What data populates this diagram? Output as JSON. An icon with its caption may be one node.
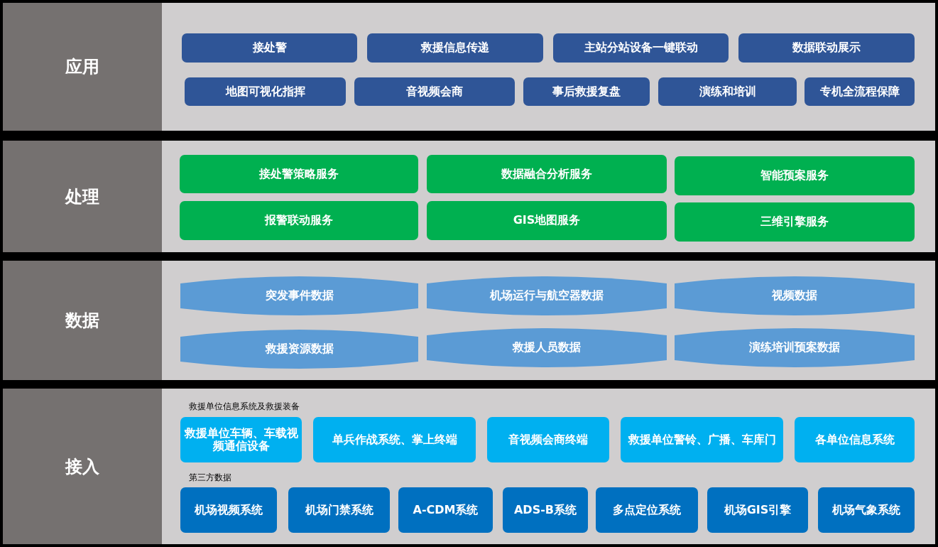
{
  "diagram": {
    "nodes": [
      {
        "text": [
          "应用"
        ]
      },
      {
        "text": [
          "接处警"
        ],
        "in": 0
      },
      {
        "text": [
          "救援信息传递"
        ],
        "in": 0
      },
      {
        "text": [
          "主站分站设备一键联动"
        ],
        "in": 0
      },
      {
        "text": [
          "数据联动展示"
        ],
        "in": 0
      },
      {
        "text": [
          "地图可视化指挥"
        ],
        "in": 0
      },
      {
        "text": [
          "音视频会商"
        ],
        "in": 0
      },
      {
        "text": [
          "事后救援复盘"
        ],
        "in": 0
      },
      {
        "text": [
          "演练和培训"
        ],
        "in": 0
      },
      {
        "text": [
          "专机全流程保障"
        ],
        "in": 0
      },
      {
        "text": [
          "处理"
        ]
      },
      {
        "text": [
          "接处警策略服务"
        ],
        "in": 10
      },
      {
        "text": [
          "数据融合分析服务"
        ],
        "in": 10
      },
      {
        "text": [
          "智能预案服务"
        ],
        "in": 10
      },
      {
        "text": [
          "报警联动服务"
        ],
        "in": 10
      },
      {
        "text": [
          "GIS地图服务"
        ],
        "in": 10
      },
      {
        "text": [
          "三维引擎服务"
        ],
        "in": 10
      },
      {
        "text": [
          "数据"
        ]
      },
      {
        "text": [
          "突发事件数据"
        ],
        "in": 17
      },
      {
        "text": [
          "机场运行与航空器数据"
        ],
        "in": 17
      },
      {
        "text": [
          "视频数据"
        ],
        "in": 17
      },
      {
        "text": [
          "救援资源数据"
        ],
        "in": 17
      },
      {
        "text": [
          "救援人员数据"
        ],
        "in": 17
      },
      {
        "text": [
          "演练培训预案数据"
        ],
        "in": 17
      },
      {
        "text": [
          "接入"
        ]
      },
      {
        "text": [
          "救援单位车辆、车载视频通信设备"
        ],
        "in": 24
      },
      {
        "text": [
          "单兵作战系统、掌上终端"
        ],
        "in": 24
      },
      {
        "text": [
          "音视频会商终端"
        ],
        "in": 24
      },
      {
        "text": [
          "救援单位警铃、广播、车库门"
        ],
        "in": 24
      },
      {
        "text": [
          "各单位信息系统"
        ],
        "in": 24
      },
      {
        "text": [
          "机场视频系统"
        ],
        "in": 24
      },
      {
        "text": [
          "机场门禁系统"
        ],
        "in": 24
      },
      {
        "text": [
          "A-CDM系统"
        ],
        "in": 24
      },
      {
        "text": [
          "ADS-B系统"
        ],
        "in": 24
      },
      {
        "text": [
          "多点定位系统"
        ],
        "in": 24
      },
      {
        "text": [
          "机场GIS引擎"
        ],
        "in": 24
      },
      {
        "text": [
          "机场气象系统"
        ],
        "in": 24
      }
    ],
    "edges": [],
    "labels": [
      "救援单位信息系统及救援装备",
      "第三方数据"
    ]
  }
}
